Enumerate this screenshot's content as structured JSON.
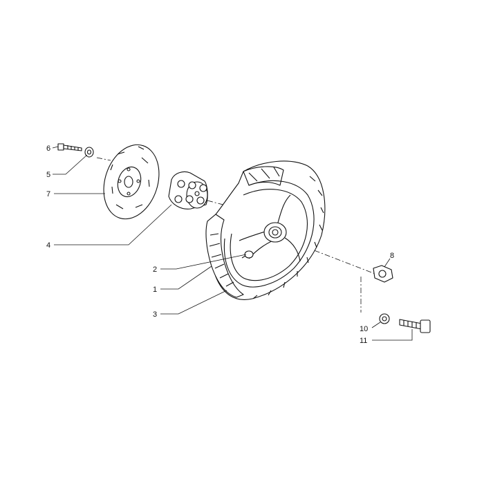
{
  "diagram": {
    "type": "exploded-parts-drawing",
    "callouts": [
      {
        "id": "6",
        "text": "6"
      },
      {
        "id": "5",
        "text": "5"
      },
      {
        "id": "7",
        "text": "7"
      },
      {
        "id": "4",
        "text": "4"
      },
      {
        "id": "2",
        "text": "2"
      },
      {
        "id": "1",
        "text": "1"
      },
      {
        "id": "3",
        "text": "3"
      },
      {
        "id": "8",
        "text": "8"
      },
      {
        "id": "10",
        "text": "10"
      },
      {
        "id": "11",
        "text": "11"
      }
    ]
  }
}
